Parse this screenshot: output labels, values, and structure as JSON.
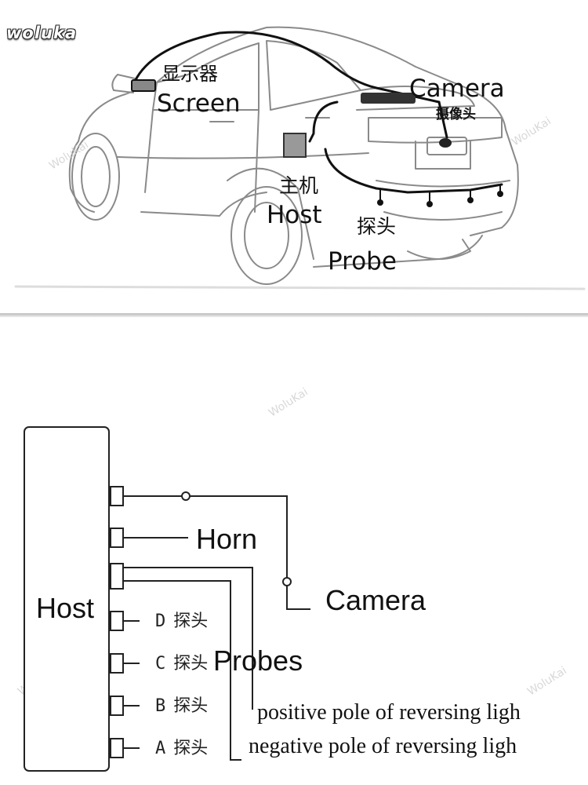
{
  "brand": "woluka",
  "watermark": "WoluKai",
  "illustration": {
    "screen_cn": "显示器",
    "screen_en": "Screen",
    "camera_en": "Camera",
    "camera_cn": "摄像头",
    "host_cn": "主机",
    "host_en": "Host",
    "probe_cn": "探头",
    "probe_en": "Probe"
  },
  "diagram": {
    "host": "Host",
    "horn": "Horn",
    "camera": "Camera",
    "probes": "Probes",
    "probe_ports": [
      {
        "letter": "D",
        "label": "探头"
      },
      {
        "letter": "C",
        "label": "探头"
      },
      {
        "letter": "B",
        "label": "探头"
      },
      {
        "letter": "A",
        "label": "探头"
      }
    ],
    "positive_pole": "positive pole of reversing ligh",
    "negative_pole": "negative pole of reversing ligh"
  }
}
